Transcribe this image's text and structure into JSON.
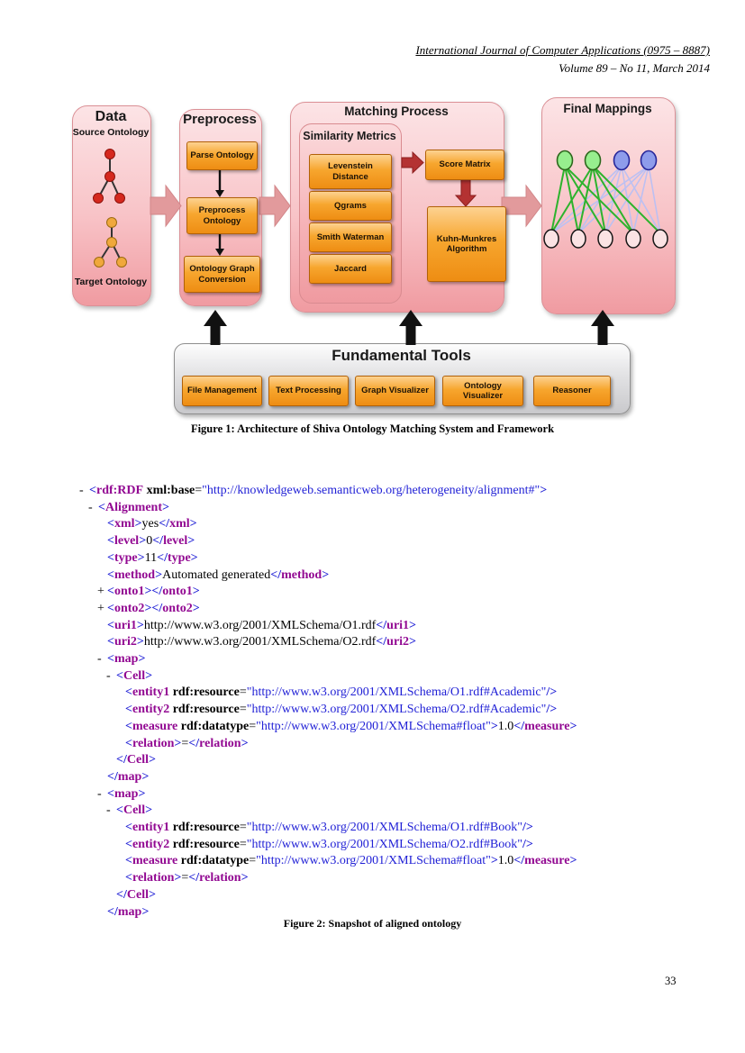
{
  "header": {
    "line1": "International Journal of Computer Applications (0975 – 8887)",
    "line2": "Volume 89 – No 11, March 2014"
  },
  "figure1": {
    "caption": "Figure 1: Architecture of Shiva Ontology Matching System and Framework",
    "panels": {
      "data": {
        "title": "Data",
        "source_label": "Source Ontology",
        "target_label": "Target Ontology"
      },
      "preprocess": {
        "title": "Preprocess",
        "steps": [
          "Parse Ontology",
          "Preprocess Ontology",
          "Ontology Graph Conversion"
        ]
      },
      "matching": {
        "title": "Matching Process",
        "similarity": {
          "title": "Similarity Metrics",
          "metrics": [
            "Levenstein Distance",
            "Qgrams",
            "Smith Waterman",
            "Jaccard"
          ]
        },
        "score_matrix": "Score Matrix",
        "kuhn": "Kuhn-Munkres Algorithm"
      },
      "final": {
        "title": "Final Mappings"
      },
      "tools": {
        "title": "Fundamental Tools",
        "items": [
          "File Management",
          "Text Processing",
          "Graph Visualizer",
          "Ontology Visualizer",
          "Reasoner"
        ]
      }
    },
    "colors": {
      "panel_pink_top": "#fce4e6",
      "panel_pink_bottom": "#f09ba1",
      "box_orange_top": "#fdd291",
      "box_orange_bottom": "#ee8d13",
      "flow_arrow": "#e29a9c",
      "red_arrow": "#b43232",
      "black_arrow": "#111111",
      "tools_gray": "#d9d9db",
      "source_tree_node": "#d5281e",
      "target_tree_node": "#f0a83c",
      "map_node_green": "#97ef8e",
      "map_node_blue": "#8e9ceb",
      "map_node_pink": "#fbe3e4",
      "edge_green": "#2db32d",
      "edge_lavender": "#bcc0f2"
    }
  },
  "figure2": {
    "caption": "Figure 2: Snapshot of aligned ontology",
    "lines": [
      {
        "i": 0,
        "m": "-",
        "s": [
          [
            "b",
            "<"
          ],
          [
            "t",
            "rdf:RDF"
          ],
          [
            "x",
            " "
          ],
          [
            "a",
            "xml:base"
          ],
          [
            "x",
            "="
          ],
          [
            "v",
            "\"http://knowledgeweb.semanticweb.org/heterogeneity/alignment#\""
          ],
          [
            "b",
            ">"
          ]
        ]
      },
      {
        "i": 1,
        "m": "-",
        "s": [
          [
            "b",
            "<"
          ],
          [
            "t",
            "Alignment"
          ],
          [
            "b",
            ">"
          ]
        ]
      },
      {
        "i": 2,
        "m": null,
        "s": [
          [
            "b",
            "<"
          ],
          [
            "t",
            "xml"
          ],
          [
            "b",
            ">"
          ],
          [
            "x",
            "yes"
          ],
          [
            "b",
            "</"
          ],
          [
            "t",
            "xml"
          ],
          [
            "b",
            ">"
          ]
        ]
      },
      {
        "i": 2,
        "m": null,
        "s": [
          [
            "b",
            "<"
          ],
          [
            "t",
            "level"
          ],
          [
            "b",
            ">"
          ],
          [
            "x",
            "0"
          ],
          [
            "b",
            "</"
          ],
          [
            "t",
            "level"
          ],
          [
            "b",
            ">"
          ]
        ]
      },
      {
        "i": 2,
        "m": null,
        "s": [
          [
            "b",
            "<"
          ],
          [
            "t",
            "type"
          ],
          [
            "b",
            ">"
          ],
          [
            "x",
            "11"
          ],
          [
            "b",
            "</"
          ],
          [
            "t",
            "type"
          ],
          [
            "b",
            ">"
          ]
        ]
      },
      {
        "i": 2,
        "m": null,
        "s": [
          [
            "b",
            "<"
          ],
          [
            "t",
            "method"
          ],
          [
            "b",
            ">"
          ],
          [
            "x",
            "Automated generated"
          ],
          [
            "b",
            "</"
          ],
          [
            "t",
            "method"
          ],
          [
            "b",
            ">"
          ]
        ]
      },
      {
        "i": 2,
        "m": "+",
        "s": [
          [
            "b",
            "<"
          ],
          [
            "t",
            "onto1"
          ],
          [
            "b",
            "></"
          ],
          [
            "t",
            "onto1"
          ],
          [
            "b",
            ">"
          ]
        ]
      },
      {
        "i": 2,
        "m": "+",
        "s": [
          [
            "b",
            "<"
          ],
          [
            "t",
            "onto2"
          ],
          [
            "b",
            "></"
          ],
          [
            "t",
            "onto2"
          ],
          [
            "b",
            ">"
          ]
        ]
      },
      {
        "i": 2,
        "m": null,
        "s": [
          [
            "b",
            "<"
          ],
          [
            "t",
            "uri1"
          ],
          [
            "b",
            ">"
          ],
          [
            "x",
            "http://www.w3.org/2001/XMLSchema/O1.rdf"
          ],
          [
            "b",
            "</"
          ],
          [
            "t",
            "uri1"
          ],
          [
            "b",
            ">"
          ]
        ]
      },
      {
        "i": 2,
        "m": null,
        "s": [
          [
            "b",
            "<"
          ],
          [
            "t",
            "uri2"
          ],
          [
            "b",
            ">"
          ],
          [
            "x",
            "http://www.w3.org/2001/XMLSchema/O2.rdf"
          ],
          [
            "b",
            "</"
          ],
          [
            "t",
            "uri2"
          ],
          [
            "b",
            ">"
          ]
        ]
      },
      {
        "i": 2,
        "m": "-",
        "s": [
          [
            "b",
            "<"
          ],
          [
            "t",
            "map"
          ],
          [
            "b",
            ">"
          ]
        ]
      },
      {
        "i": 3,
        "m": "-",
        "s": [
          [
            "b",
            "<"
          ],
          [
            "t",
            "Cell"
          ],
          [
            "b",
            ">"
          ]
        ]
      },
      {
        "i": 4,
        "m": null,
        "s": [
          [
            "b",
            "<"
          ],
          [
            "t",
            "entity1"
          ],
          [
            "x",
            " "
          ],
          [
            "a",
            "rdf:resource"
          ],
          [
            "x",
            "="
          ],
          [
            "v",
            "\"http://www.w3.org/2001/XMLSchema/O1.rdf#Academic\""
          ],
          [
            "b",
            "/>"
          ]
        ]
      },
      {
        "i": 4,
        "m": null,
        "s": [
          [
            "b",
            "<"
          ],
          [
            "t",
            "entity2"
          ],
          [
            "x",
            " "
          ],
          [
            "a",
            "rdf:resource"
          ],
          [
            "x",
            "="
          ],
          [
            "v",
            "\"http://www.w3.org/2001/XMLSchema/O2.rdf#Academic\""
          ],
          [
            "b",
            "/>"
          ]
        ]
      },
      {
        "i": 4,
        "m": null,
        "s": [
          [
            "b",
            "<"
          ],
          [
            "t",
            "measure"
          ],
          [
            "x",
            " "
          ],
          [
            "a",
            "rdf:datatype"
          ],
          [
            "x",
            "="
          ],
          [
            "v",
            "\"http://www.w3.org/2001/XMLSchema#float\""
          ],
          [
            "b",
            ">"
          ],
          [
            "x",
            "1.0"
          ],
          [
            "b",
            "</"
          ],
          [
            "t",
            "measure"
          ],
          [
            "b",
            ">"
          ]
        ]
      },
      {
        "i": 4,
        "m": null,
        "s": [
          [
            "b",
            "<"
          ],
          [
            "t",
            "relation"
          ],
          [
            "b",
            ">"
          ],
          [
            "x",
            "="
          ],
          [
            "b",
            "</"
          ],
          [
            "t",
            "relation"
          ],
          [
            "b",
            ">"
          ]
        ]
      },
      {
        "i": 3,
        "m": null,
        "s": [
          [
            "b",
            "</"
          ],
          [
            "t",
            "Cell"
          ],
          [
            "b",
            ">"
          ]
        ]
      },
      {
        "i": 2,
        "m": null,
        "s": [
          [
            "b",
            "</"
          ],
          [
            "t",
            "map"
          ],
          [
            "b",
            ">"
          ]
        ]
      },
      {
        "i": 2,
        "m": "-",
        "s": [
          [
            "b",
            "<"
          ],
          [
            "t",
            "map"
          ],
          [
            "b",
            ">"
          ]
        ]
      },
      {
        "i": 3,
        "m": "-",
        "s": [
          [
            "b",
            "<"
          ],
          [
            "t",
            "Cell"
          ],
          [
            "b",
            ">"
          ]
        ]
      },
      {
        "i": 4,
        "m": null,
        "s": [
          [
            "b",
            "<"
          ],
          [
            "t",
            "entity1"
          ],
          [
            "x",
            " "
          ],
          [
            "a",
            "rdf:resource"
          ],
          [
            "x",
            "="
          ],
          [
            "v",
            "\"http://www.w3.org/2001/XMLSchema/O1.rdf#Book\""
          ],
          [
            "b",
            "/>"
          ]
        ]
      },
      {
        "i": 4,
        "m": null,
        "s": [
          [
            "b",
            "<"
          ],
          [
            "t",
            "entity2"
          ],
          [
            "x",
            " "
          ],
          [
            "a",
            "rdf:resource"
          ],
          [
            "x",
            "="
          ],
          [
            "v",
            "\"http://www.w3.org/2001/XMLSchema/O2.rdf#Book\""
          ],
          [
            "b",
            "/>"
          ]
        ]
      },
      {
        "i": 4,
        "m": null,
        "s": [
          [
            "b",
            "<"
          ],
          [
            "t",
            "measure"
          ],
          [
            "x",
            " "
          ],
          [
            "a",
            "rdf:datatype"
          ],
          [
            "x",
            "="
          ],
          [
            "v",
            "\"http://www.w3.org/2001/XMLSchema#float\""
          ],
          [
            "b",
            ">"
          ],
          [
            "x",
            "1.0"
          ],
          [
            "b",
            "</"
          ],
          [
            "t",
            "measure"
          ],
          [
            "b",
            ">"
          ]
        ]
      },
      {
        "i": 4,
        "m": null,
        "s": [
          [
            "b",
            "<"
          ],
          [
            "t",
            "relation"
          ],
          [
            "b",
            ">"
          ],
          [
            "x",
            "="
          ],
          [
            "b",
            "</"
          ],
          [
            "t",
            "relation"
          ],
          [
            "b",
            ">"
          ]
        ]
      },
      {
        "i": 3,
        "m": null,
        "s": [
          [
            "b",
            "</"
          ],
          [
            "t",
            "Cell"
          ],
          [
            "b",
            ">"
          ]
        ]
      },
      {
        "i": 2,
        "m": null,
        "s": [
          [
            "b",
            "</"
          ],
          [
            "t",
            "map"
          ],
          [
            "b",
            ">"
          ]
        ]
      }
    ]
  },
  "page": {
    "number": "33"
  }
}
